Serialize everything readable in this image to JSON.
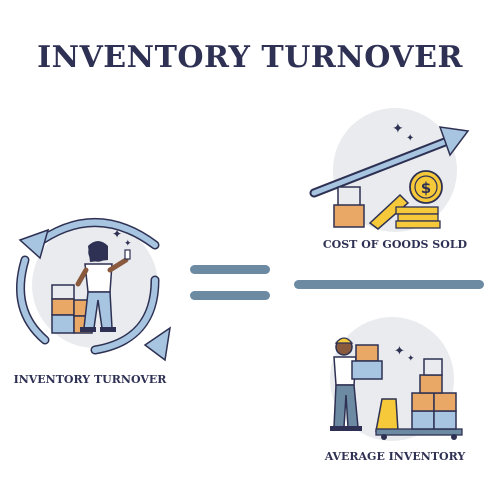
{
  "title": "INVENTORY TURNOVER",
  "labels": {
    "inventory_turnover": "INVENTORY TURNOVER",
    "cost_of_goods_sold": "COST OF GOODS SOLD",
    "average_inventory": "AVERAGE INVENTORY"
  },
  "icons": {
    "currency": "$"
  },
  "colors": {
    "navy": "#2e3153",
    "operator_blue": "#6d8aa3",
    "arrow_blue": "#a7c5e0",
    "gold": "#f6c93a",
    "box": "#e9a865",
    "skin": "#8a5a3f"
  }
}
